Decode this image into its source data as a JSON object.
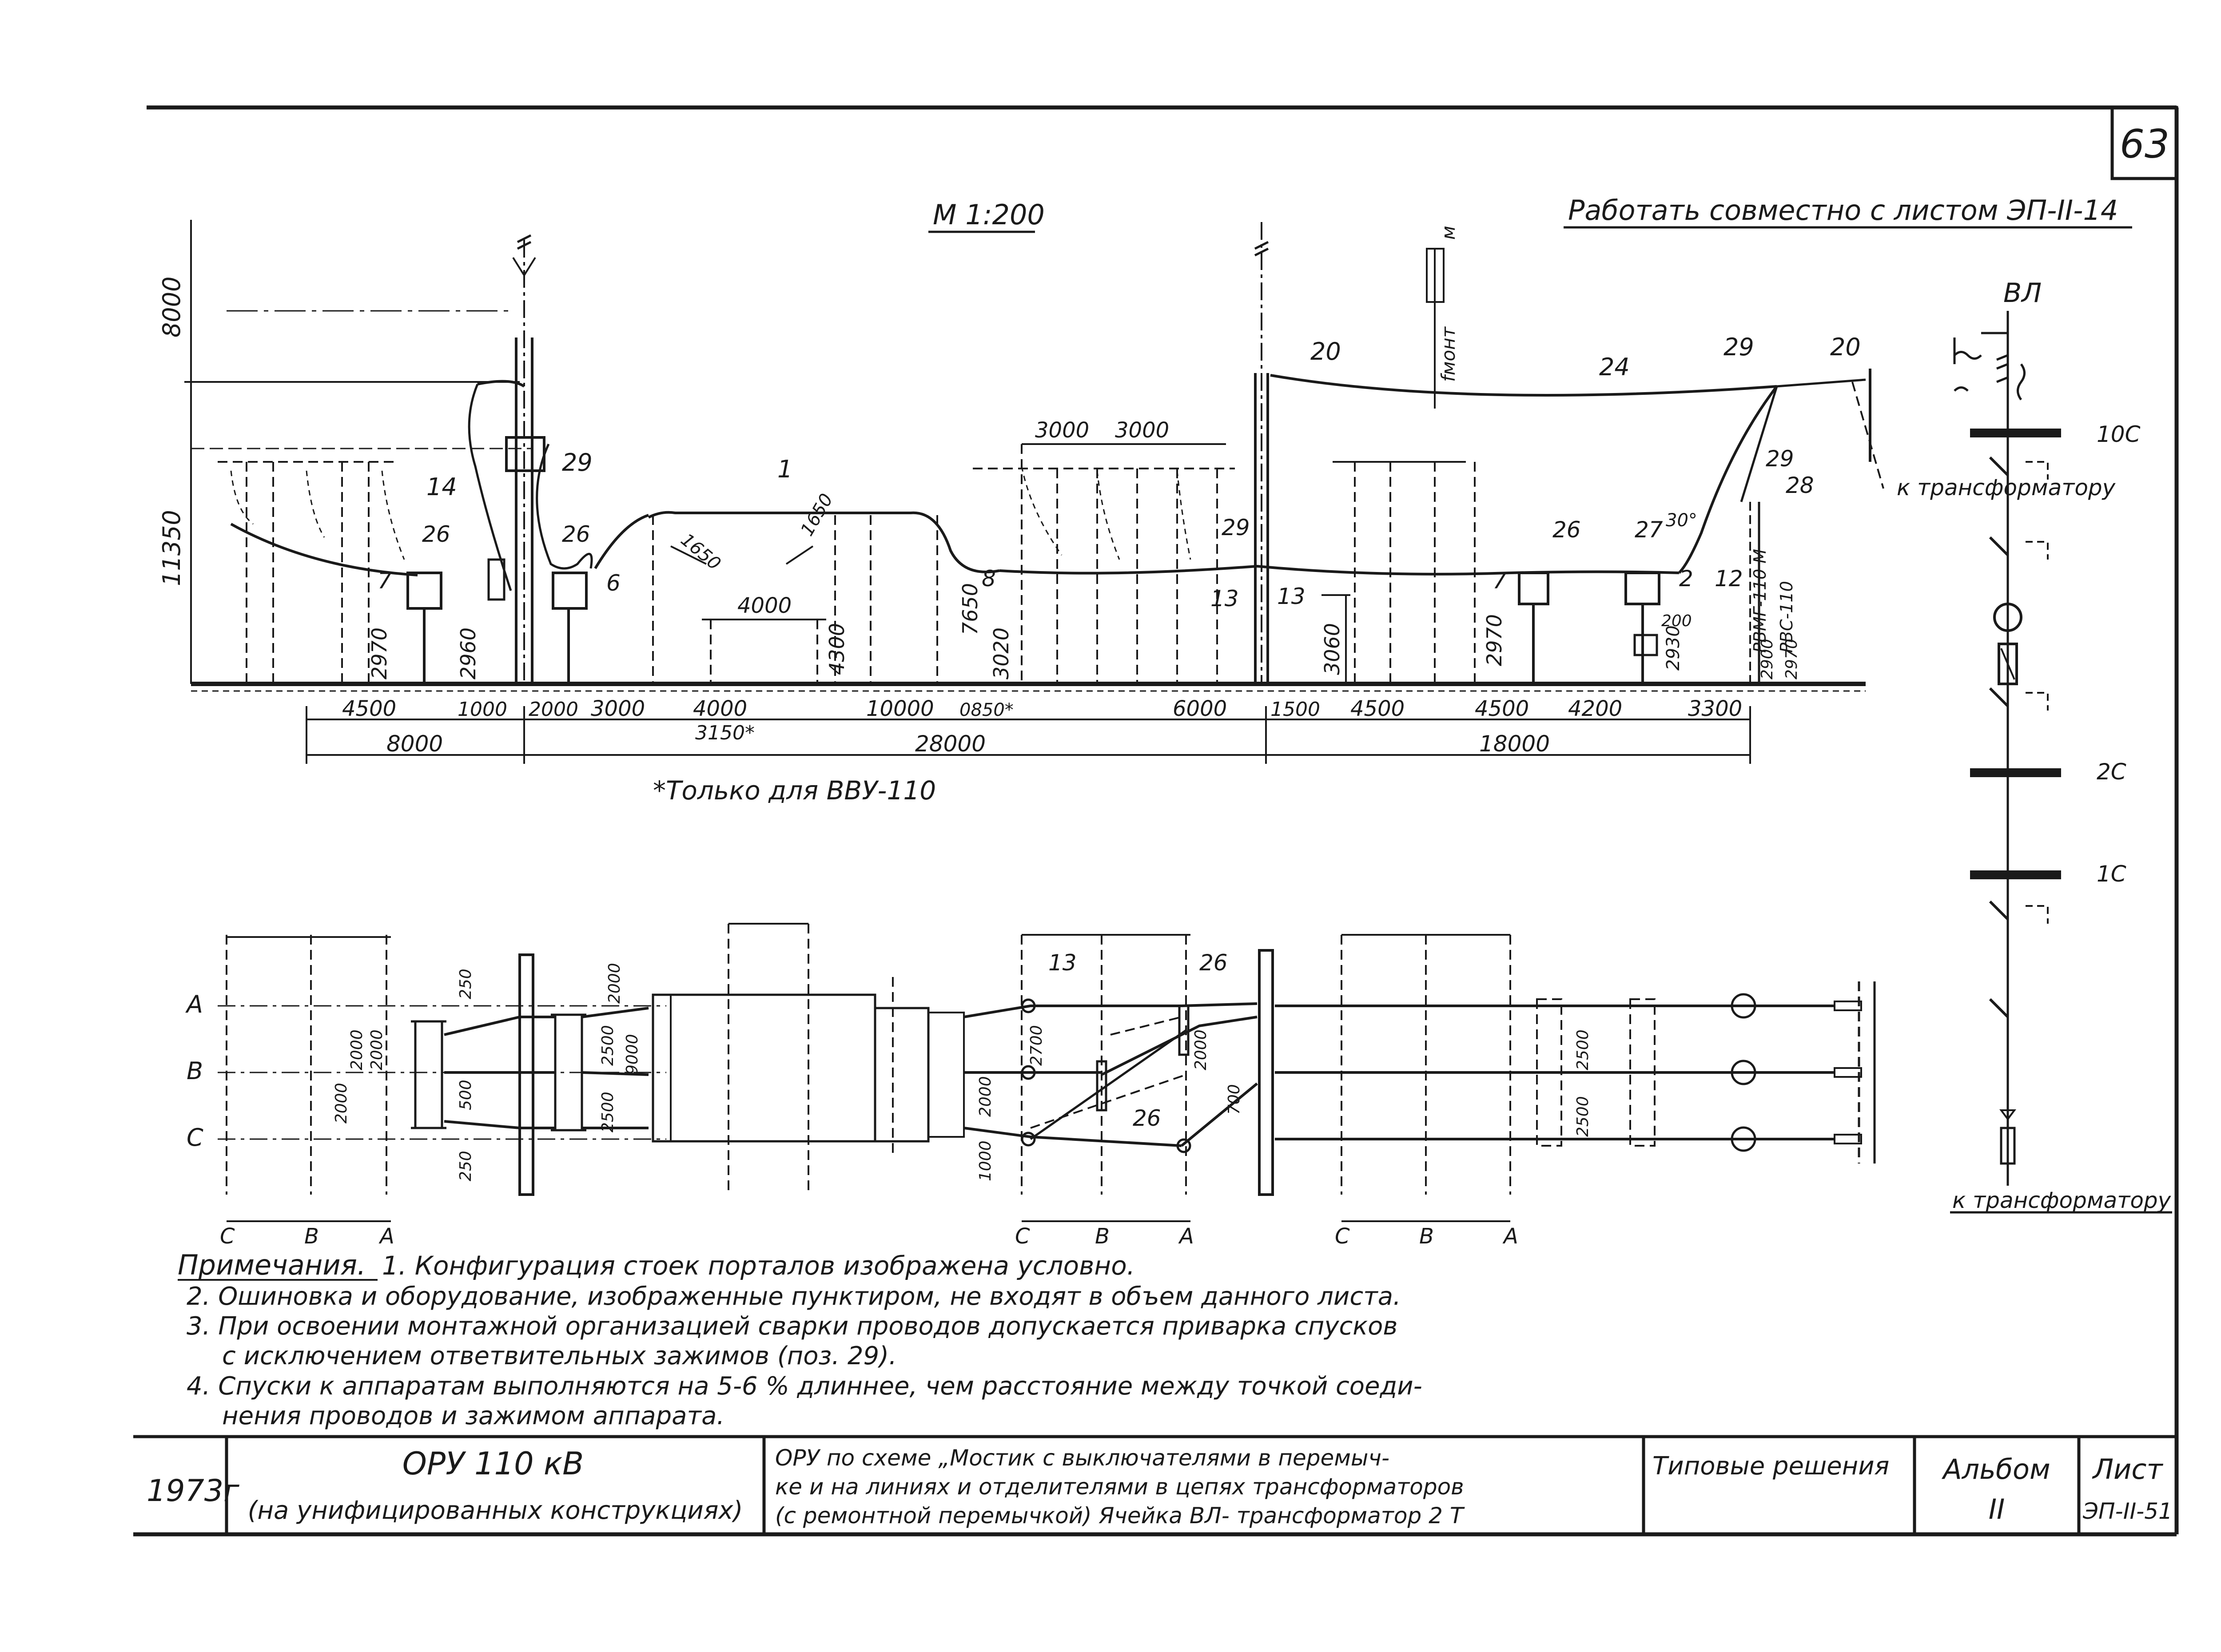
{
  "sheet": {
    "number": "63",
    "scale": "М 1:200",
    "work_note": "Работать совместно с листом ЭП-II-14",
    "footnote": "*Только для ВВУ-110"
  },
  "elevation": {
    "heights": [
      "8000",
      "11350",
      "2970",
      "2960",
      "3020",
      "7650",
      "3060",
      "2970",
      "2930",
      "2900",
      "2970",
      "4300"
    ],
    "callouts": [
      "1",
      "2",
      "6",
      "7",
      "7",
      "8",
      "12",
      "13",
      "13",
      "14",
      "20",
      "20",
      "24",
      "26",
      "26",
      "26",
      "27",
      "28",
      "29",
      "29",
      "29",
      "29"
    ],
    "equipment_labels": [
      "РВМГ-110 М",
      "РВС-110",
      "fмонт",
      "м"
    ],
    "inner_dims": [
      "3000",
      "3000",
      "4000",
      "1650",
      "1650",
      "200",
      "30°"
    ],
    "spans_row1": [
      "4500",
      "1000",
      "2000",
      "3000",
      "4000",
      "10000",
      "0850*",
      "6000",
      "1500",
      "4500",
      "4500",
      "4200",
      "3300"
    ],
    "spans_row1b": [
      "3150*"
    ],
    "spans_row2": [
      "8000",
      "28000",
      "18000"
    ],
    "to_transformer": "к трансформатору"
  },
  "plan": {
    "phases": [
      "А",
      "В",
      "С"
    ],
    "bottom_phase_labels": [
      "С",
      "В",
      "А"
    ],
    "dims": [
      "250",
      "2000",
      "2000",
      "2000",
      "500",
      "250",
      "2000",
      "2500",
      "2500",
      "9000",
      "2700",
      "2000",
      "1000",
      "2000",
      "700",
      "2500",
      "2500"
    ],
    "callouts": [
      "13",
      "26",
      "26"
    ]
  },
  "single_line": {
    "title": "ВЛ",
    "buses": [
      "10С",
      "2С",
      "1С"
    ],
    "bottom_label": "к трансформатору"
  },
  "notes": {
    "heading": "Примечания.",
    "items": [
      "1. Конфигурация стоек порталов изображена условно.",
      "2. Ошиновка и оборудование, изображенные пунктиром, не входят в объем данного листа.",
      "3. При освоении монтажной организацией сварки проводов допускается приварка спусков",
      "с исключением ответвительных зажимов (поз. 29).",
      "4. Спуски к аппаратам выполняются на 5-6 % длиннее, чем расстояние между точкой соеди-",
      "нения проводов и зажимом аппарата."
    ]
  },
  "title_block": {
    "year": "1973г",
    "project": "ОРУ 110 кВ",
    "project_sub": "(на унифицированных конструкциях)",
    "desc_lines": [
      "ОРУ по схеме „Мостик с выключателями в перемыч-",
      "ке и на линиях и отделителями в цепях трансформаторов",
      "(с ремонтной перемычкой) Ячейка ВЛ- трансформатор 2 Т"
    ],
    "series": "Типовые решения",
    "album_label": "Альбом",
    "album_value": "II",
    "sheet_label": "Лист",
    "sheet_value": "ЭП-II-51"
  }
}
